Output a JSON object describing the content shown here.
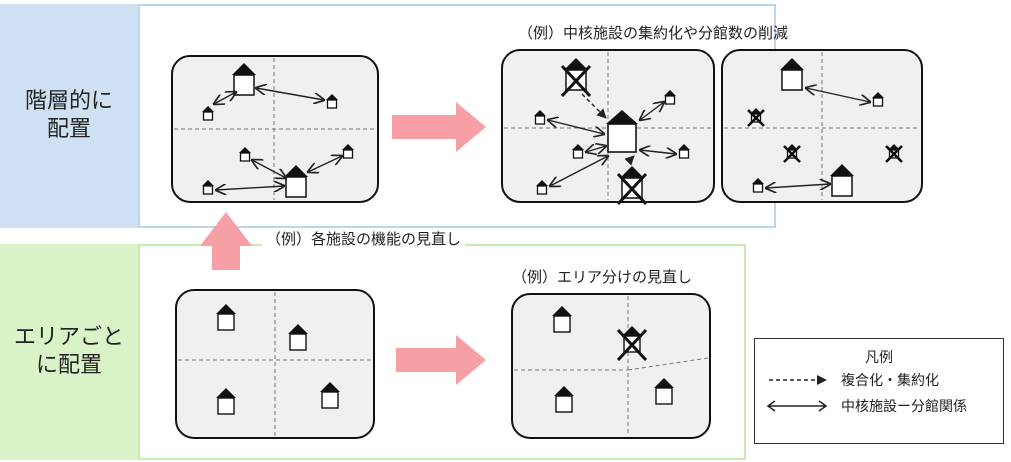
{
  "rows": {
    "top_label": "階層的に\n配置",
    "bottom_label": "エリアごと\nに配置"
  },
  "captions": {
    "consolidation": "（例）中核施設の集約化や分館数の削減",
    "function_review": "（例）各施設の機能の見直し",
    "area_review": "（例）エリア分けの見直し"
  },
  "legend": {
    "title": "凡例",
    "dashed_label": "複合化・集約化",
    "double_label": "中核施設ー分館関係"
  },
  "colors": {
    "arrow": "#f6a0a6",
    "map_fill": "#f0f0f0",
    "top_band": "#cfe0f3",
    "bottom_band": "#d9f2c7"
  }
}
